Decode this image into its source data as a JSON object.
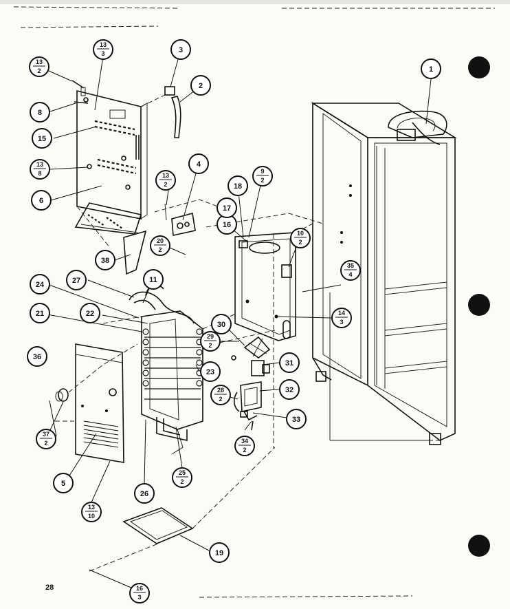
{
  "page": {
    "page_number": "28"
  },
  "callouts": [
    {
      "id": "c1",
      "label": "1"
    },
    {
      "id": "c2",
      "label": "2"
    },
    {
      "id": "c3",
      "label": "3"
    },
    {
      "id": "c4",
      "label": "4"
    },
    {
      "id": "c5",
      "label": "5"
    },
    {
      "id": "c6",
      "label": "6"
    },
    {
      "id": "c8",
      "label": "8"
    },
    {
      "id": "c11",
      "label": "11"
    },
    {
      "id": "c15",
      "label": "15"
    },
    {
      "id": "c16",
      "label": "16"
    },
    {
      "id": "c17",
      "label": "17"
    },
    {
      "id": "c18",
      "label": "18"
    },
    {
      "id": "c19",
      "label": "19"
    },
    {
      "id": "c21",
      "label": "21"
    },
    {
      "id": "c22",
      "label": "22"
    },
    {
      "id": "c23",
      "label": "23"
    },
    {
      "id": "c24",
      "label": "24"
    },
    {
      "id": "c26",
      "label": "26"
    },
    {
      "id": "c27",
      "label": "27"
    },
    {
      "id": "c30",
      "label": "30"
    },
    {
      "id": "c31",
      "label": "31"
    },
    {
      "id": "c32",
      "label": "32"
    },
    {
      "id": "c33",
      "label": "33"
    },
    {
      "id": "c36",
      "label": "36"
    },
    {
      "id": "c38",
      "label": "38"
    }
  ],
  "fraction_callouts": [
    {
      "id": "f13_3",
      "top": "13",
      "bottom": "3"
    },
    {
      "id": "f13_2a",
      "top": "13",
      "bottom": "2"
    },
    {
      "id": "f13_8",
      "top": "13",
      "bottom": "8"
    },
    {
      "id": "f13_2b",
      "top": "13",
      "bottom": "2"
    },
    {
      "id": "f9_2",
      "top": "9",
      "bottom": "2"
    },
    {
      "id": "f10_2",
      "top": "10",
      "bottom": "2"
    },
    {
      "id": "f20_2",
      "top": "20",
      "bottom": "2"
    },
    {
      "id": "f35_4",
      "top": "35",
      "bottom": "4"
    },
    {
      "id": "f14_3",
      "top": "14",
      "bottom": "3"
    },
    {
      "id": "f29_2",
      "top": "29",
      "bottom": "2"
    },
    {
      "id": "f28_2",
      "top": "28",
      "bottom": "2"
    },
    {
      "id": "f34_2",
      "top": "34",
      "bottom": "2"
    },
    {
      "id": "f37_2",
      "top": "37",
      "bottom": "2"
    },
    {
      "id": "f25_2",
      "top": "25",
      "bottom": "2"
    },
    {
      "id": "f13_10",
      "top": "13",
      "bottom": "10"
    },
    {
      "id": "f16_3",
      "top": "16",
      "bottom": "3"
    }
  ]
}
